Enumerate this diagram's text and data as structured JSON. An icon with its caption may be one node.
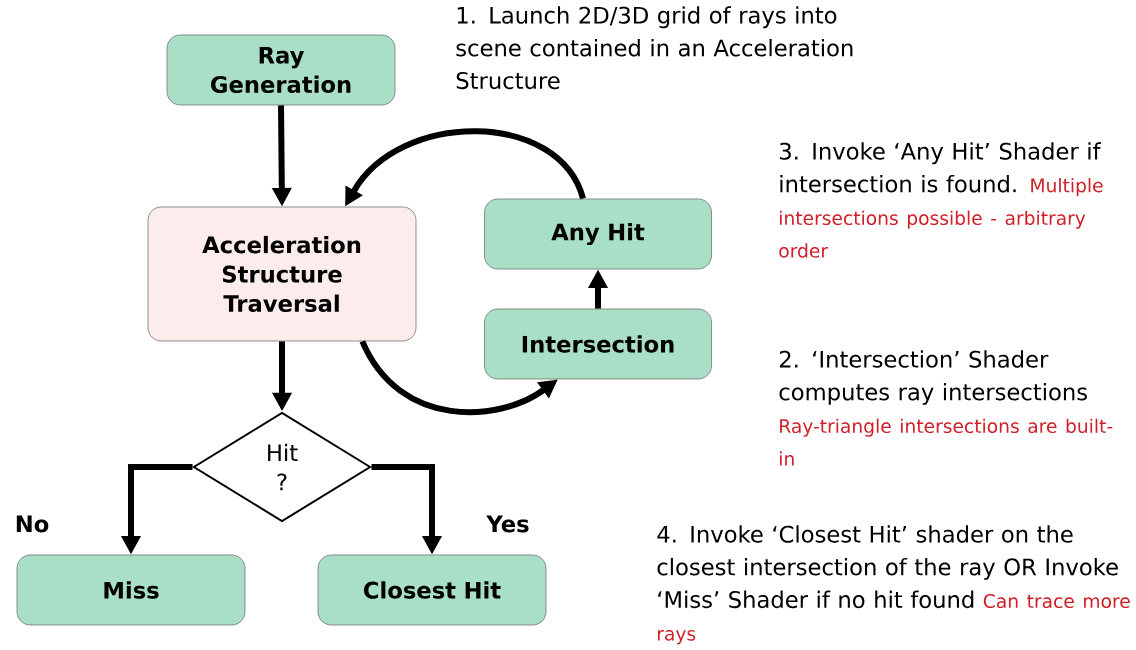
{
  "diagram": {
    "nodes": [
      {
        "text": [
          "Ray Generation"
        ]
      },
      {
        "text": [
          "Acceleration Structure Traversal"
        ]
      },
      {
        "text": [
          "Any Hit"
        ]
      },
      {
        "text": [
          "Intersection"
        ]
      },
      {
        "text": [
          "Hit ?"
        ]
      },
      {
        "text": [
          "Miss"
        ]
      },
      {
        "text": [
          "Closest Hit"
        ]
      }
    ],
    "edges": [
      {
        "from": 0,
        "to": 1,
        "arrow": "to"
      },
      {
        "from": 1,
        "to": 3,
        "arrow": "to"
      },
      {
        "from": 3,
        "to": 2,
        "arrow": "to"
      },
      {
        "from": 2,
        "to": 1,
        "arrow": "to"
      },
      {
        "from": 1,
        "to": 4,
        "arrow": "to"
      },
      {
        "from": 4,
        "to": 5,
        "arrow": "to",
        "label": "No"
      },
      {
        "from": 4,
        "to": 6,
        "arrow": "to",
        "label": "Yes"
      }
    ],
    "labels": [
      "1. Launch 2D/3D grid of rays into scene contained in an Acceleration Structure",
      "3. Invoke ‘Any Hit’ Shader if intersection is found.",
      "Multiple intersections possible - arbitrary order",
      "2. ‘Intersection’ Shader computes ray intersections",
      "Ray-triangle intersections are built-in",
      "4. Invoke ‘Closest Hit’ shader on the closest intersection of the ray OR Invoke ‘Miss’ Shader if no hit found",
      "Can trace more rays"
    ]
  }
}
